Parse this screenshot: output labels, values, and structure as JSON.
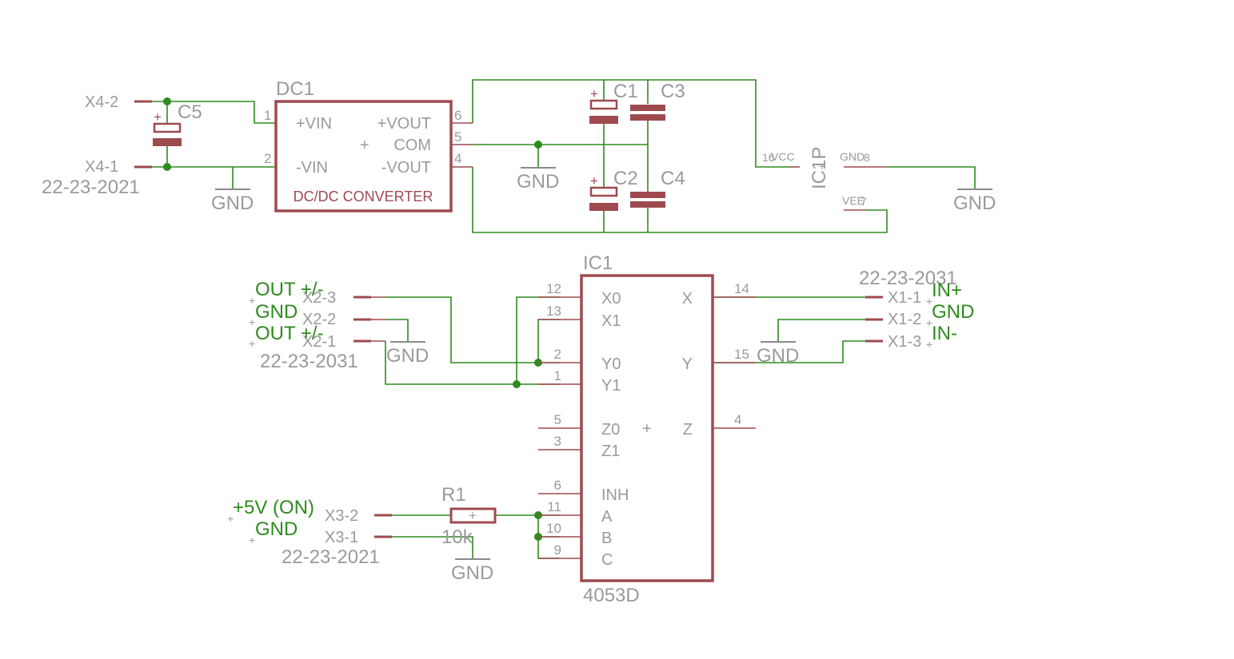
{
  "converter": {
    "name": "DC1",
    "value": "DC/DC CONVERTER",
    "pins": {
      "vin_pos": "+VIN",
      "vin_neg": "-VIN",
      "vout_pos": "+VOUT",
      "com": "COM",
      "vout_neg": "-VOUT"
    },
    "pin_numbers": {
      "p1": "1",
      "p2": "2",
      "p6": "6",
      "p5": "5",
      "p4": "4"
    }
  },
  "capacitors": {
    "c1": "C1",
    "c2": "C2",
    "c3": "C3",
    "c4": "C4",
    "c5": "C5"
  },
  "connectors": {
    "x4_2": "X4-2",
    "x4_1": "X4-1",
    "x4_part": "22-23-2021",
    "x2_3": "X2-3",
    "x2_2": "X2-2",
    "x2_1": "X2-1",
    "x2_part": "22-23-2031",
    "x1_1": "X1-1",
    "x1_2": "X1-2",
    "x1_3": "X1-3",
    "x1_part": "22-23-2031",
    "x3_2": "X3-2",
    "x3_1": "X3-1",
    "x3_part": "22-23-2021"
  },
  "net_labels": {
    "out_a": "OUT +/-",
    "gnd_a": "GND",
    "out_b": "OUT +/-",
    "in_pos": "IN+",
    "gnd_b": "GND",
    "in_neg": "IN-",
    "plus5v": "+5V (ON)",
    "gnd_c": "GND"
  },
  "gnd": "GND",
  "power_ic": {
    "name": "IC1P",
    "vcc": "VCC",
    "vcc_pin": "16",
    "gnd": "GND",
    "gnd_pin": "8",
    "vee": "VEE",
    "vee_pin": "7"
  },
  "mux": {
    "name": "IC1",
    "value": "4053D",
    "pins_left": [
      {
        "num": "12",
        "label": "X0"
      },
      {
        "num": "13",
        "label": "X1"
      },
      {
        "num": "2",
        "label": "Y0"
      },
      {
        "num": "1",
        "label": "Y1"
      },
      {
        "num": "5",
        "label": "Z0"
      },
      {
        "num": "3",
        "label": "Z1"
      },
      {
        "num": "6",
        "label": "INH"
      },
      {
        "num": "11",
        "label": "A"
      },
      {
        "num": "10",
        "label": "B"
      },
      {
        "num": "9",
        "label": "C"
      }
    ],
    "pins_right": [
      {
        "num": "14",
        "label": "X"
      },
      {
        "num": "15",
        "label": "Y"
      },
      {
        "num": "4",
        "label": "Z"
      }
    ]
  },
  "resistor": {
    "name": "R1",
    "value": "10k"
  }
}
